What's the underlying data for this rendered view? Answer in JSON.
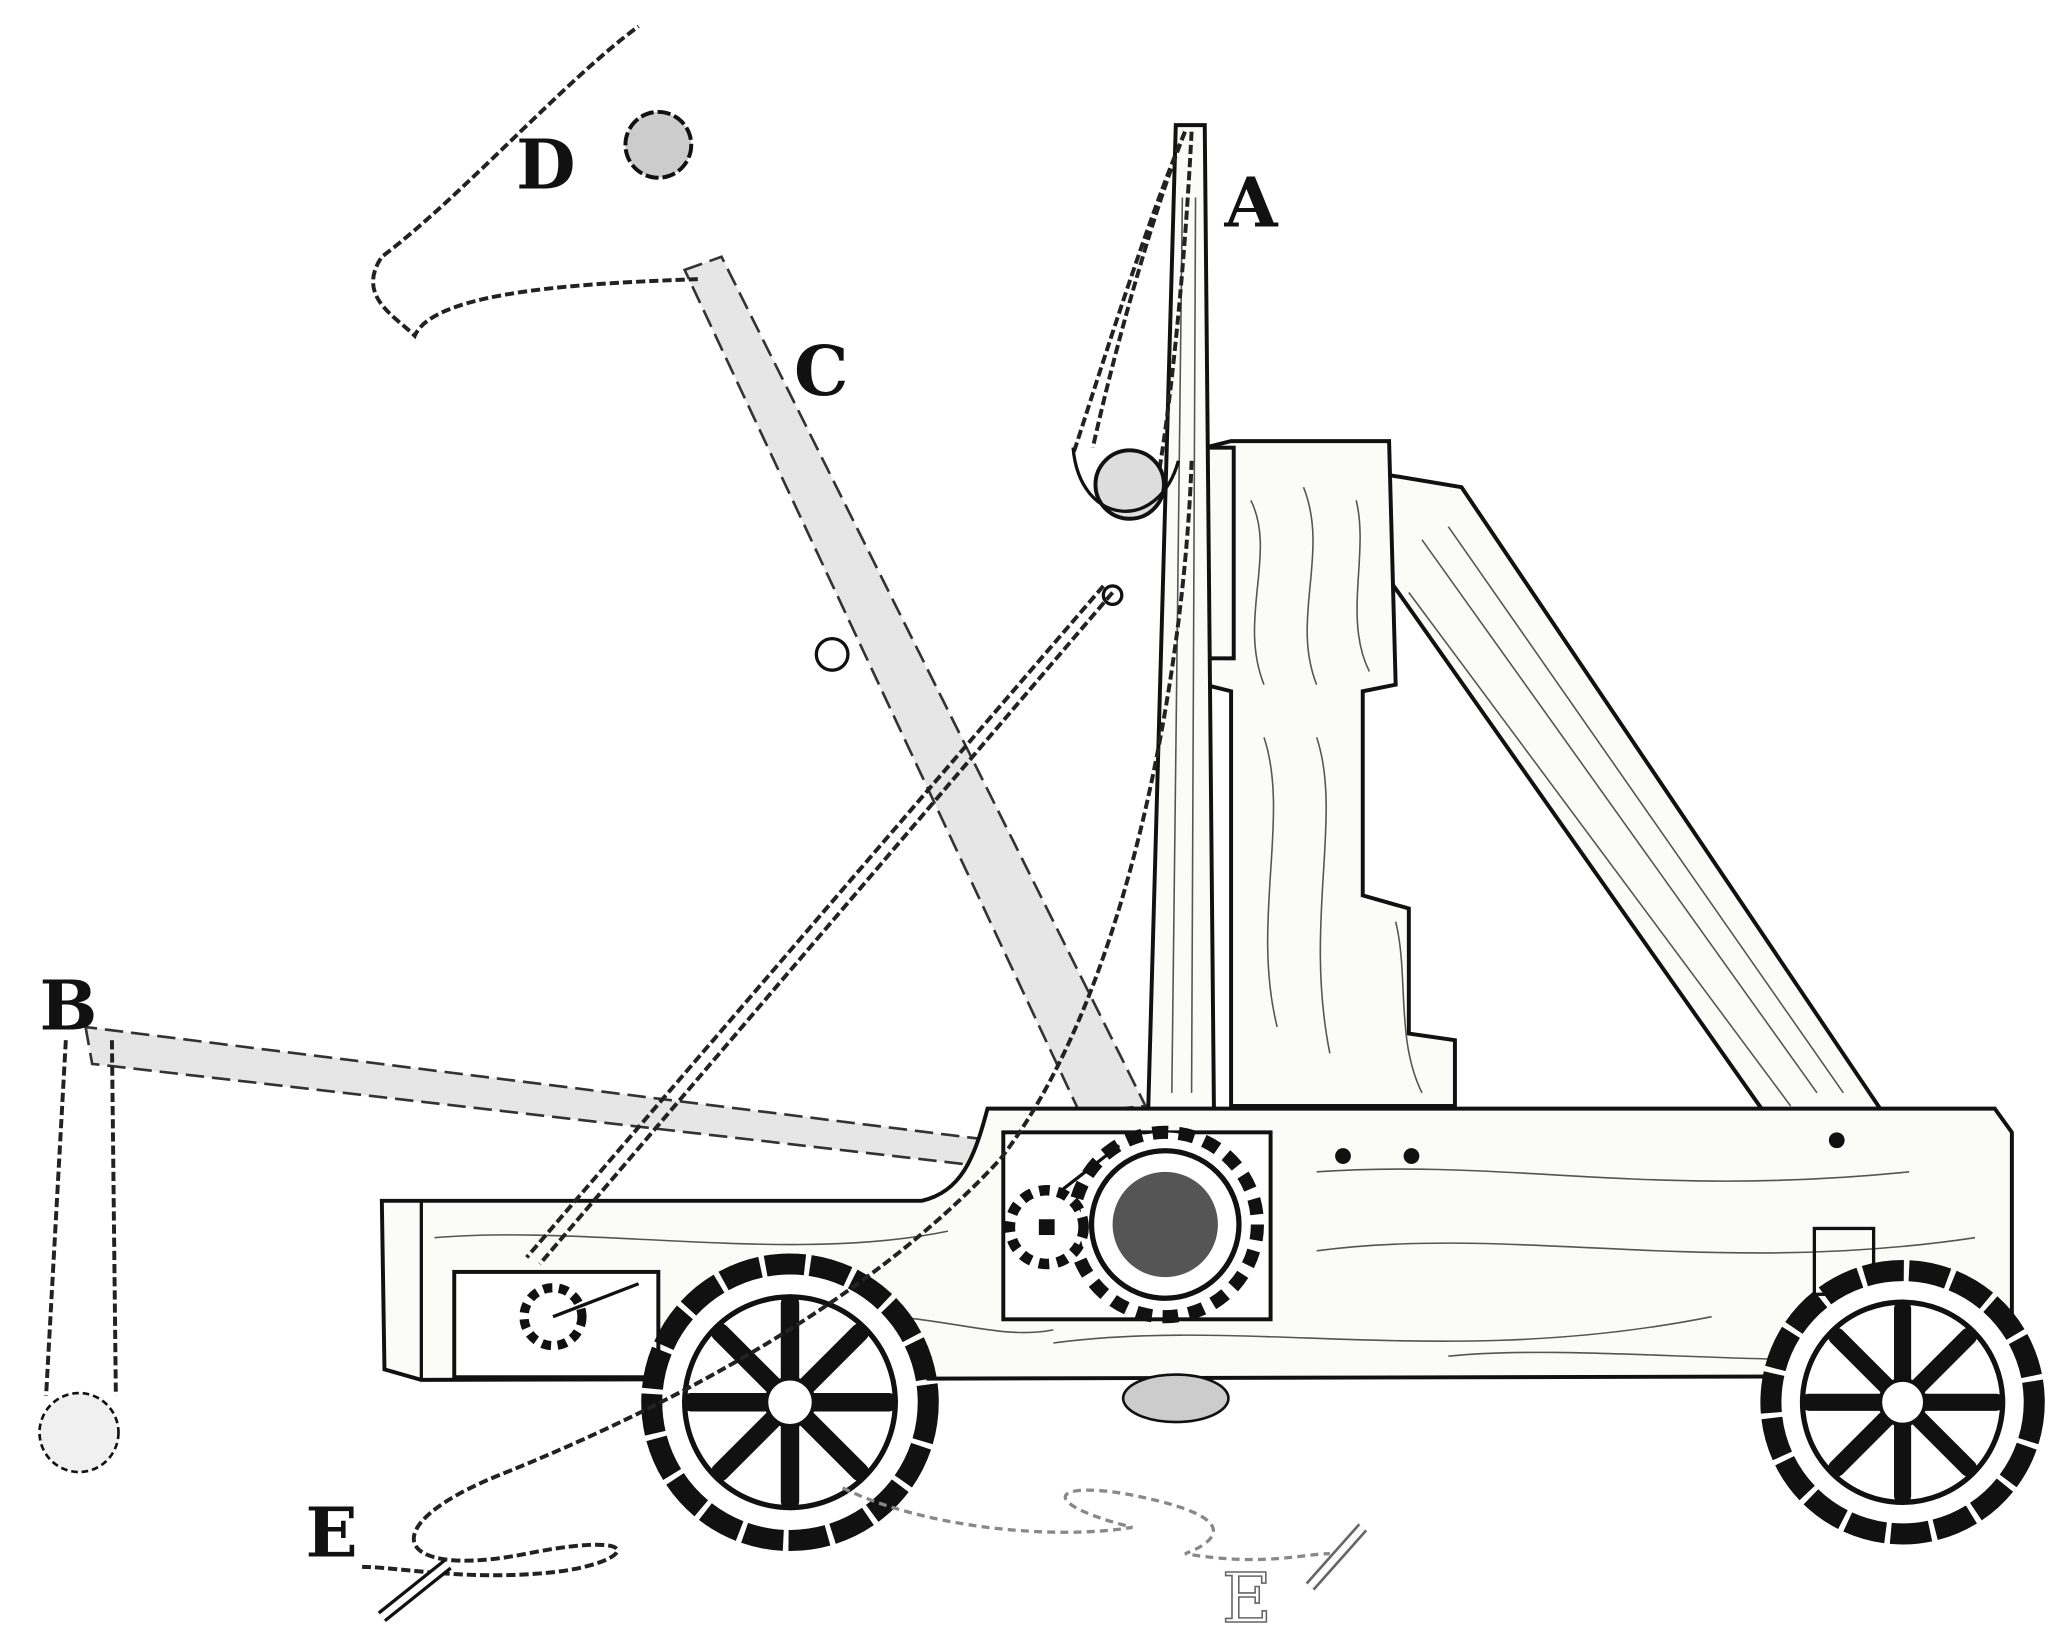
{
  "figure": {
    "subject": "catapult",
    "labels": {
      "a": "A",
      "b": "B",
      "c": "C",
      "d": "D",
      "e": "E",
      "e_ghost": "E"
    },
    "colors": {
      "ink": "#111111",
      "ghost_fill": "#e6e6e6",
      "paper": "#ffffff"
    }
  }
}
